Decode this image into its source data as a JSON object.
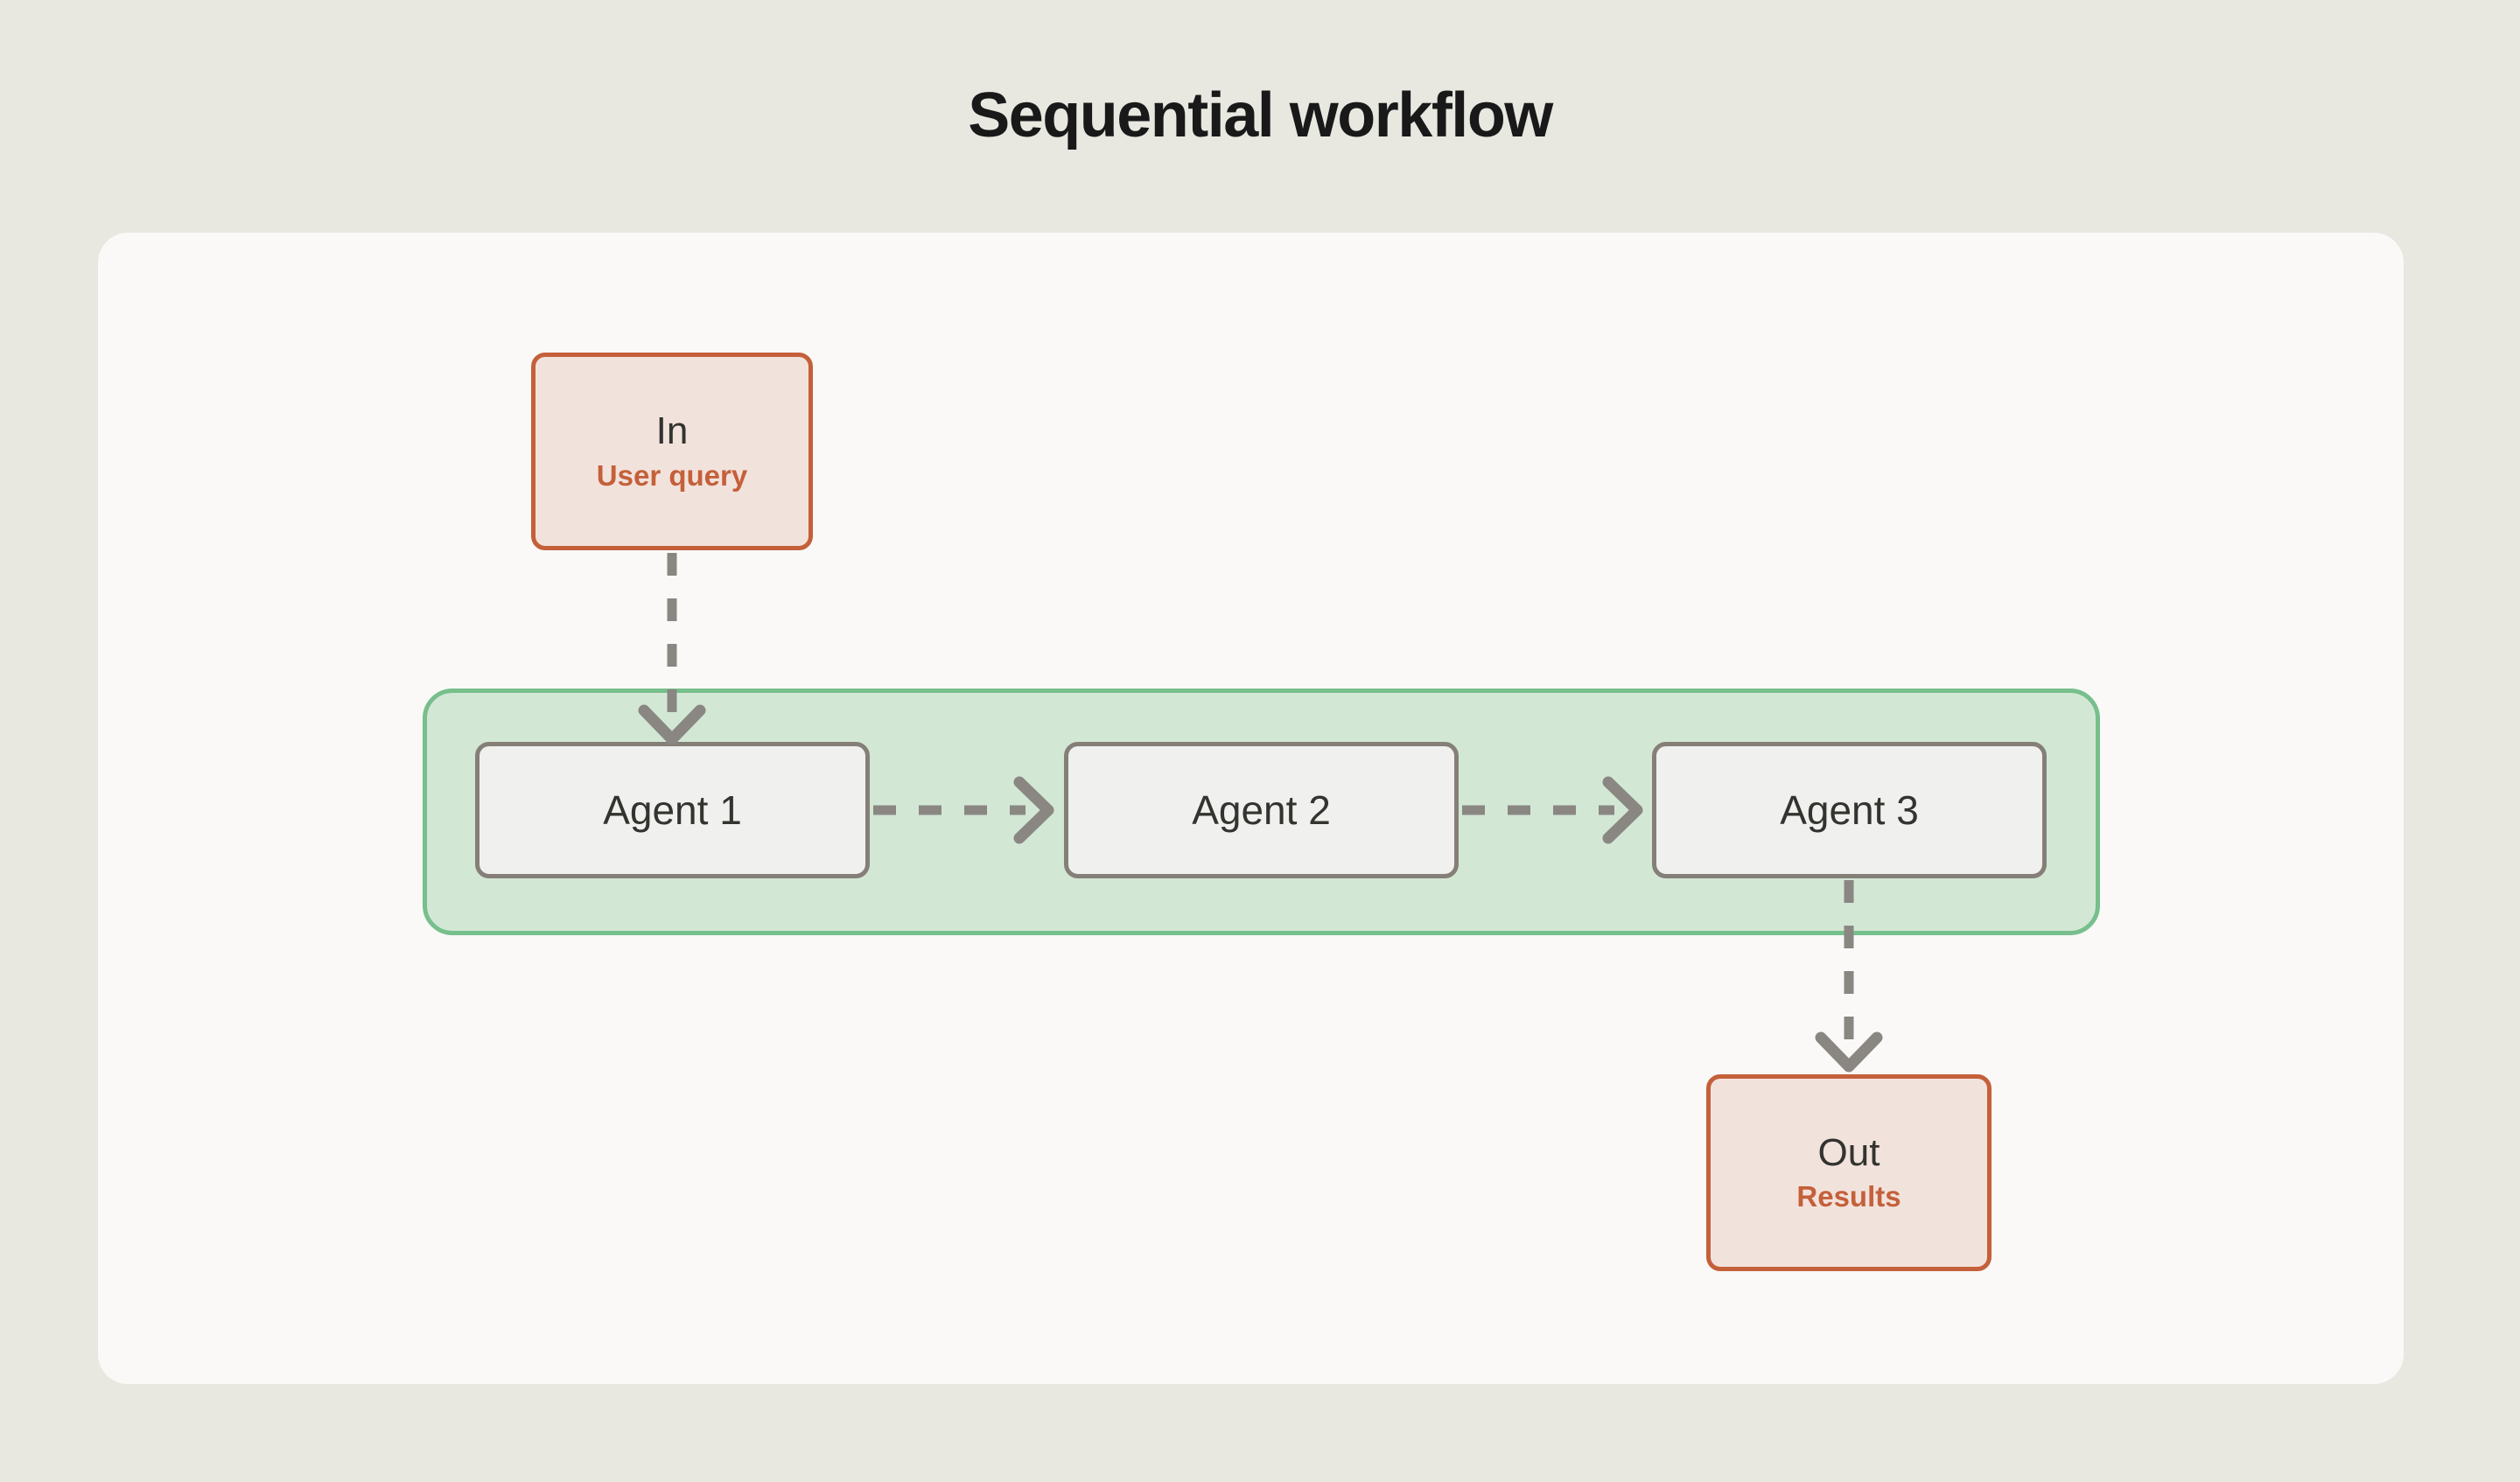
{
  "title": "Sequential workflow",
  "colors": {
    "page_background": "#e8e8e1",
    "card_background": "#faf9f7",
    "io_fill": "#f2e2dc",
    "io_border": "#c4603a",
    "io_accent_text": "#c4603a",
    "group_fill": "#d3e7d5",
    "group_border": "#77bf8c",
    "agent_fill": "#f0f0ee",
    "agent_border": "#857f78",
    "edge": "#8a8782",
    "title_text": "#19191a",
    "node_text": "#33332f"
  },
  "diagram": {
    "type": "flow",
    "input_node": {
      "title": "In",
      "subtitle": "User query"
    },
    "output_node": {
      "title": "Out",
      "subtitle": "Results"
    },
    "group": {
      "agents": [
        {
          "label": "Agent 1"
        },
        {
          "label": "Agent 2"
        },
        {
          "label": "Agent 3"
        }
      ]
    },
    "edges": [
      {
        "from": "In",
        "to": "Agent 1",
        "style": "dashed",
        "direction": "down"
      },
      {
        "from": "Agent 1",
        "to": "Agent 2",
        "style": "dashed",
        "direction": "right"
      },
      {
        "from": "Agent 2",
        "to": "Agent 3",
        "style": "dashed",
        "direction": "right"
      },
      {
        "from": "Agent 3",
        "to": "Out",
        "style": "dashed",
        "direction": "down"
      }
    ]
  }
}
